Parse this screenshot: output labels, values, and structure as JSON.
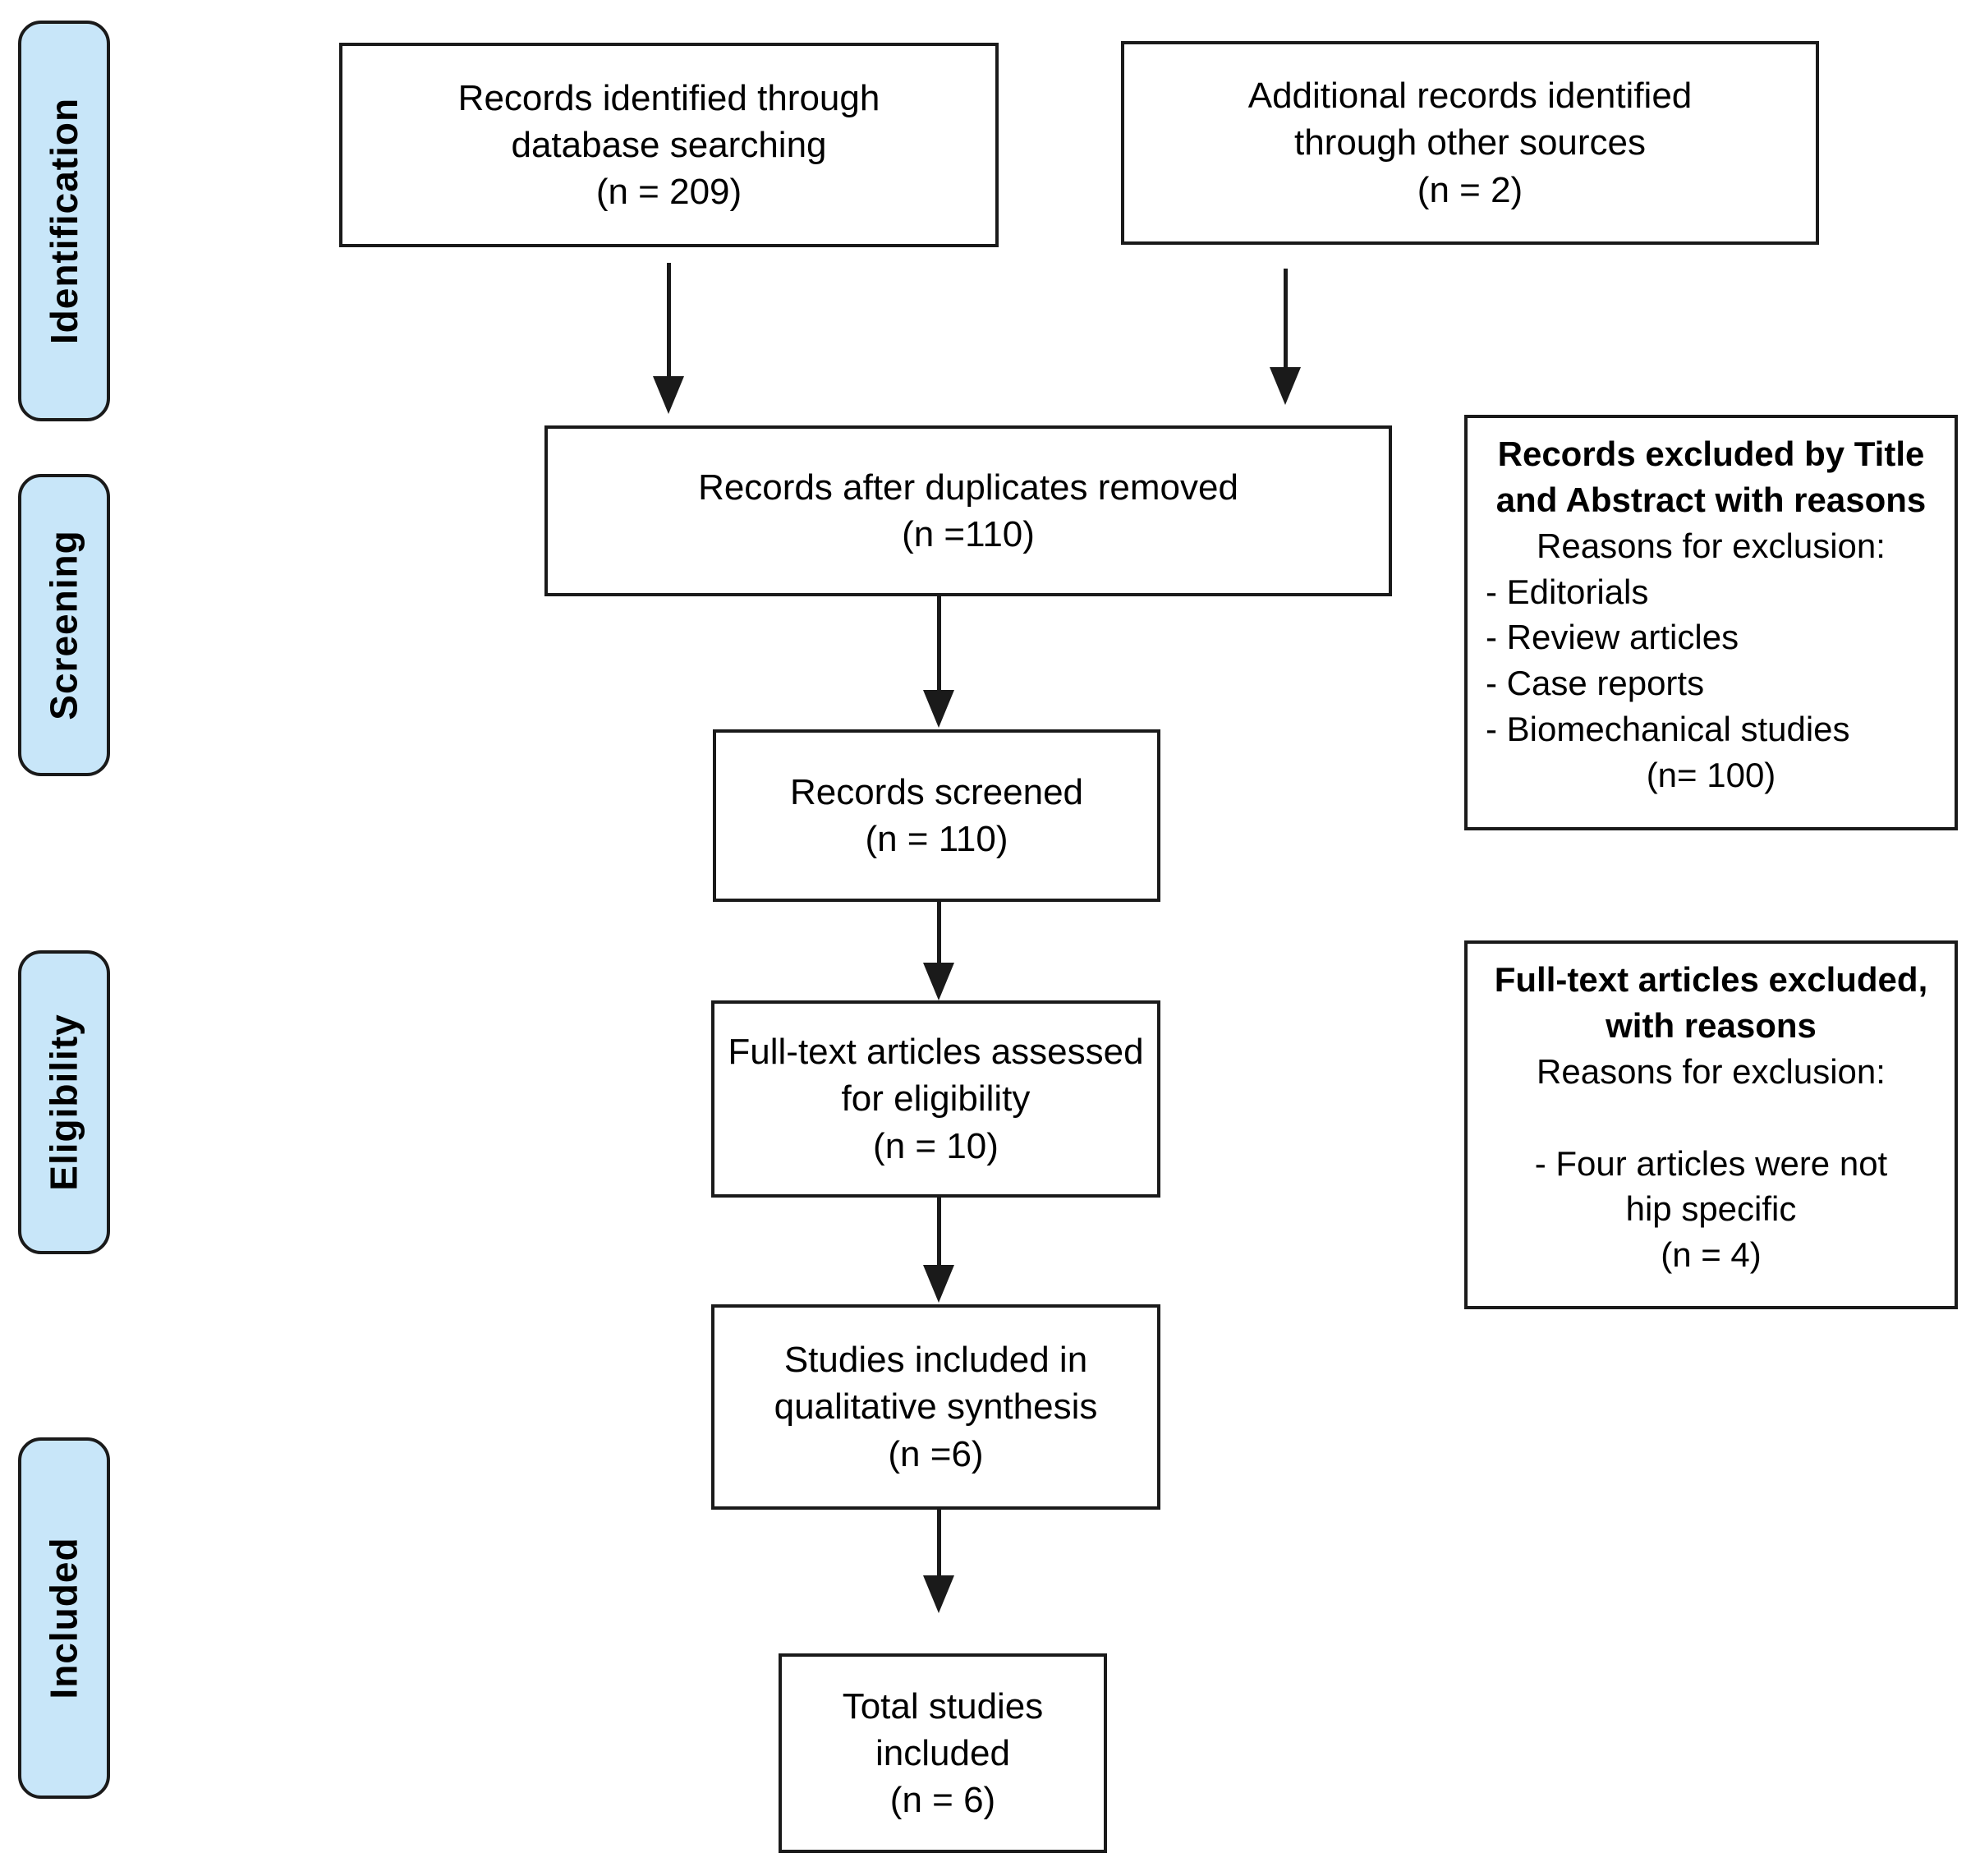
{
  "stages": [
    {
      "label": "Identification"
    },
    {
      "label": "Screening"
    },
    {
      "label": "Eligibility"
    },
    {
      "label": "Included"
    }
  ],
  "boxes": {
    "identified": {
      "text": "Records identified through\ndatabase searching\n(n = 209)"
    },
    "additional": {
      "text": "Additional records identified\nthrough other sources\n(n = 2)"
    },
    "duplicates_removed": {
      "text": "Records after duplicates removed\n(n =110)"
    },
    "screened": {
      "text": "Records screened\n(n = 110)"
    },
    "fulltext_assessed": {
      "text": "Full-text articles assessed\nfor eligibility\n(n = 10)"
    },
    "qualitative_synthesis": {
      "text": "Studies included in\nqualitative synthesis\n(n =6)"
    },
    "total_included": {
      "text": "Total studies\nincluded\n(n = 6)"
    }
  },
  "exclusion_boxes": [
    {
      "title": "Records excluded by Title\nand Abstract with reasons",
      "subtitle": "Reasons for exclusion:",
      "items": [
        "- Editorials",
        "- Review articles",
        "- Case reports",
        "- Biomechanical studies"
      ],
      "count": "(n= 100)"
    },
    {
      "title": "Full-text articles excluded,\nwith reasons",
      "subtitle": "Reasons for exclusion:",
      "reason": "- Four articles were not\nhip specific",
      "count": "(n = 4)"
    }
  ],
  "colors": {
    "stage_fill": "#C8E6F9",
    "line": "#1A1A1A"
  }
}
